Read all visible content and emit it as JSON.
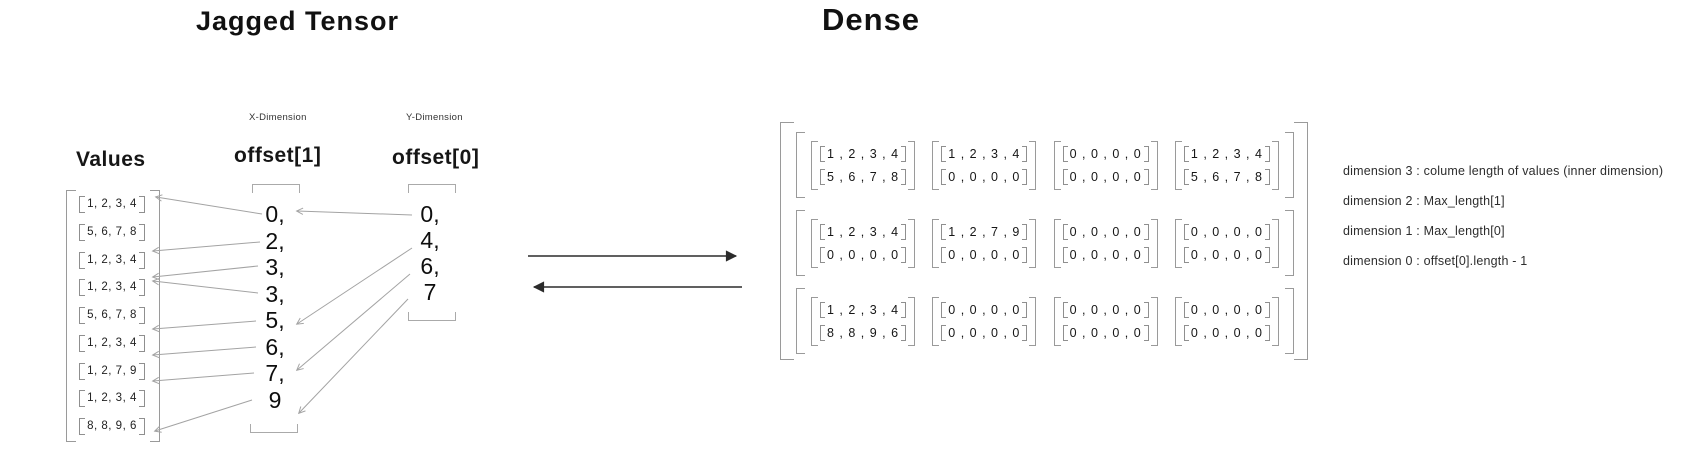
{
  "jagged": {
    "title": "Jagged Tensor",
    "values_label": "Values",
    "values_rows": [
      "1, 2, 3, 4",
      "5, 6, 7, 8",
      "1, 2, 3, 4",
      "1, 2, 3, 4",
      "5, 6, 7, 8",
      "1, 2, 3, 4",
      "1, 2, 7, 9",
      "1, 2, 3, 4",
      "8, 8, 9, 6"
    ],
    "offset1": {
      "dimension_label": "X-Dimension",
      "label": "offset[1]",
      "items": [
        "0,",
        "2,",
        "3,",
        "3,",
        "5,",
        "6,",
        "7,",
        "9"
      ]
    },
    "offset0": {
      "dimension_label": "Y-Dimension",
      "label": "offset[0]",
      "items": [
        "0,",
        "4,",
        "6,",
        "7"
      ]
    }
  },
  "dense": {
    "title": "Dense",
    "grid": [
      [
        [
          "1 , 2 , 3 , 4",
          "5 , 6 , 7 , 8"
        ],
        [
          "1 , 2 , 3 , 4",
          "0 , 0 , 0 , 0"
        ],
        [
          "0 , 0 , 0 , 0",
          "0 , 0 , 0 , 0"
        ],
        [
          "1 , 2 , 3 , 4",
          "5 , 6 , 7 , 8"
        ]
      ],
      [
        [
          "1 , 2 , 3 , 4",
          "0 , 0 , 0 , 0"
        ],
        [
          "1 , 2 , 7 , 9",
          "0 , 0 , 0 , 0"
        ],
        [
          "0 , 0 , 0 , 0",
          "0 , 0 , 0 , 0"
        ],
        [
          "0 , 0 , 0 , 0",
          "0 , 0 , 0 , 0"
        ]
      ],
      [
        [
          "1 , 2 , 3 , 4",
          "8 , 8 , 9 , 6"
        ],
        [
          "0 , 0 , 0 , 0",
          "0 , 0 , 0 , 0"
        ],
        [
          "0 , 0 , 0 , 0",
          "0 , 0 , 0 , 0"
        ],
        [
          "0 , 0 , 0 , 0",
          "0 , 0 , 0 , 0"
        ]
      ]
    ]
  },
  "annotations": [
    "dimension 3 : colume length of values (inner dimension)",
    "dimension 2 : Max_length[1]",
    "dimension 1 : Max_length[0]",
    "dimension 0 : offset[0].length - 1"
  ],
  "colors": {
    "ink": "#1f1f1f",
    "connector_gray": "#a3a3a3",
    "bracket_gray": "#9a9a9a",
    "arrow_dark": "#2b2b2b"
  }
}
